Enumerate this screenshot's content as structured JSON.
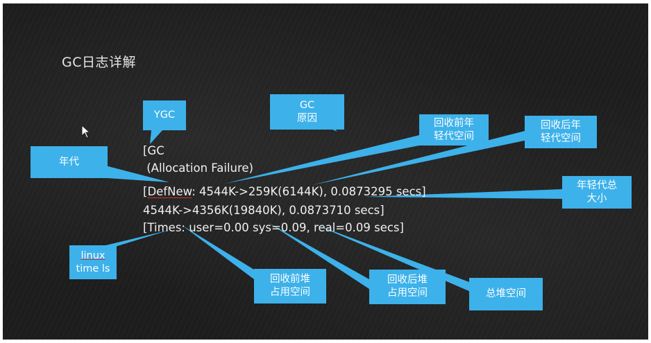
{
  "slide": {
    "title": "GC日志详解"
  },
  "gc_log": {
    "line1": "[GC",
    "line2": " (Allocation Failure)",
    "line3_prefix": "[",
    "line3_underlined": "DefNew",
    "line3_rest": ": 4544K->259K(6144K), 0.0873295 secs]",
    "line4": "4544K->4356K(19840K), 0.0873710 secs]",
    "line5": "[Times: user=0.00 sys=0.09, real=0.09 secs]"
  },
  "callouts": {
    "ygc": {
      "line1": "YGC"
    },
    "gc_cause": {
      "line1": "GC",
      "line2": "原因"
    },
    "generation": {
      "line1": "年代"
    },
    "young_before": {
      "line1": "回收前年",
      "line2": "轻代空间"
    },
    "young_after": {
      "line1": "回收后年",
      "line2": "轻代空间"
    },
    "young_total": {
      "line1": "年轻代总",
      "line2": "大小"
    },
    "linux_time": {
      "line1": "linux",
      "line2": "time ls"
    },
    "heap_before": {
      "line1": "回收前堆",
      "line2": "占用空间"
    },
    "heap_after": {
      "line1": "回收后堆",
      "line2": "占用空间"
    },
    "heap_total": {
      "line1": "总堆空间"
    }
  },
  "colors": {
    "callout_fill": "#3db1ea",
    "background": "#1d1d1d",
    "text": "#f0f0f0",
    "underline": "#d93030"
  }
}
